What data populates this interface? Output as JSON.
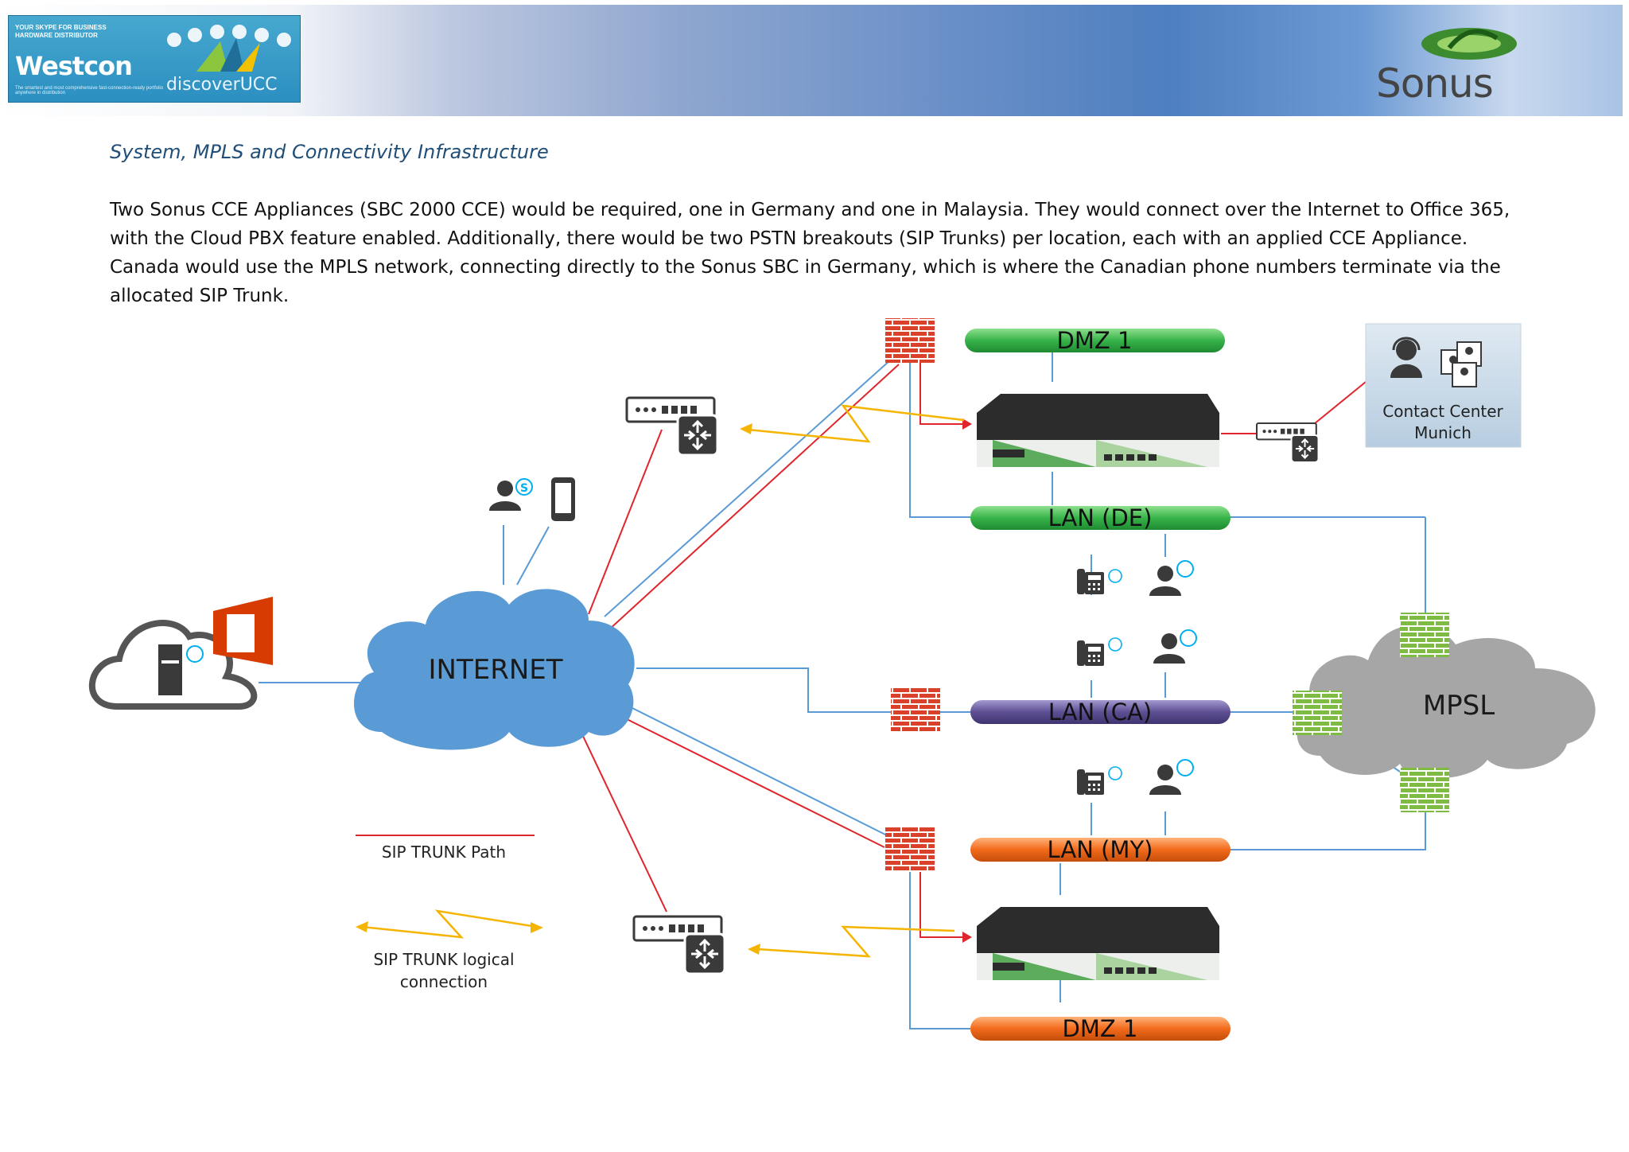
{
  "header": {
    "westcon_tagline": "YOUR SKYPE FOR BUSINESS HARDWARE DISTRIBUTOR",
    "westcon_brand": "Westcon",
    "westcon_sub": "discoverUCC",
    "westcon_fine": "The smartest and most comprehensive fast-connection-ready portfolio anywhere in distribution",
    "sonus_brand": "Sonus"
  },
  "document": {
    "heading": "System, MPLS and Connectivity Infrastructure",
    "paragraph": "Two Sonus CCE Appliances (SBC 2000 CCE) would be required, one in Germany and one in Malaysia. They would connect over the Internet to Office 365, with the Cloud PBX feature enabled. Additionally, there would be two PSTN breakouts (SIP Trunks) per location, each with an applied CCE Appliance. Canada would use the MPLS network, connecting directly to the Sonus SBC in Germany, which is where the Canadian phone numbers terminate via the allocated SIP Trunk."
  },
  "diagram": {
    "internet": "INTERNET",
    "mpsl": "MPSL",
    "dmz_top": "DMZ 1",
    "lan_de": "LAN (DE)",
    "lan_ca": "LAN (CA)",
    "lan_my": "LAN (MY)",
    "dmz_bottom": "DMZ 1",
    "contact_line1": "Contact Center",
    "contact_line2": "Munich",
    "legend_sip_path": "SIP TRUNK Path",
    "legend_logical_line1": "SIP TRUNK logical",
    "legend_logical_line2": "connection",
    "skype_glyph": "S",
    "colors": {
      "green_bar": "#37b34a",
      "purple_bar": "#5e4f93",
      "orange_bar": "#f26a1b",
      "firewall_red": "#d9412b",
      "firewall_green": "#7dbb42",
      "sip_path": "#e0262c",
      "link": "#5b9bd5",
      "logical": "#f5b400",
      "internet": "#5b9bd5",
      "mpsl": "#a6a6a6"
    }
  }
}
